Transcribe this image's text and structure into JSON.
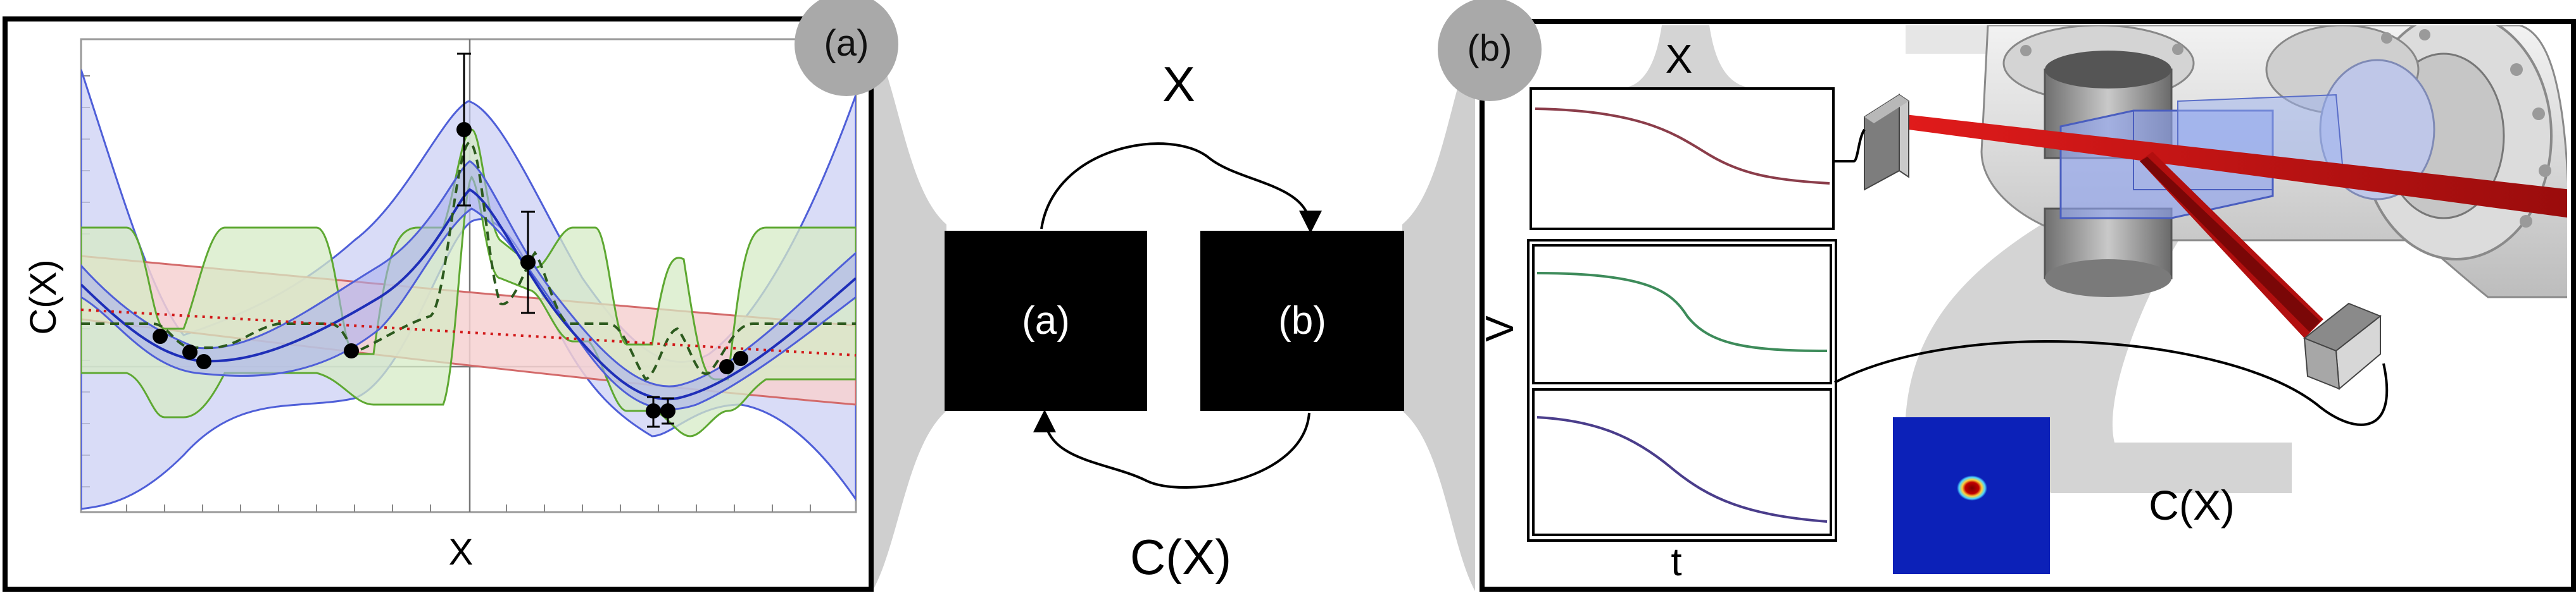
{
  "panel_a": {
    "badge": "(a)",
    "x_axis_label": "X",
    "y_axis_label": "C(X)"
  },
  "loop": {
    "top_label": "X",
    "bottom_label": "C(X)",
    "left_box_label": "(a)",
    "right_box_label": "(b)"
  },
  "panel_b": {
    "badge": "(b)",
    "scope_top_label": "X",
    "scope_y_label": "V",
    "scope_x_label": "t",
    "camera_label": "C(X)"
  },
  "colors": {
    "gp_blue": "#4f5fd8",
    "gp_blue_fill": "#c9cdf3",
    "gp_green": "#5ea832",
    "gp_green_fill": "#d6ebc6",
    "gp_red": "#d36a6a",
    "gp_red_fill": "#f6d1d1",
    "gp_dark_green": "#2c5a1e",
    "gp_dotted_red": "#d11919",
    "trace_1": "#8b3d4a",
    "trace_2": "#3d8b5a",
    "trace_3": "#4a3d8b",
    "badge_gray": "#a9a9a9",
    "connector_gray": "#cfcfcf",
    "laser_red": "#c41414",
    "camera_blue": "#0c21b8"
  },
  "icons": [
    "right-arrow-icon",
    "left-arrow-icon",
    "laser-beam-icon",
    "vacuum-chamber-icon",
    "camera-image-icon",
    "photodiode-icon"
  ]
}
